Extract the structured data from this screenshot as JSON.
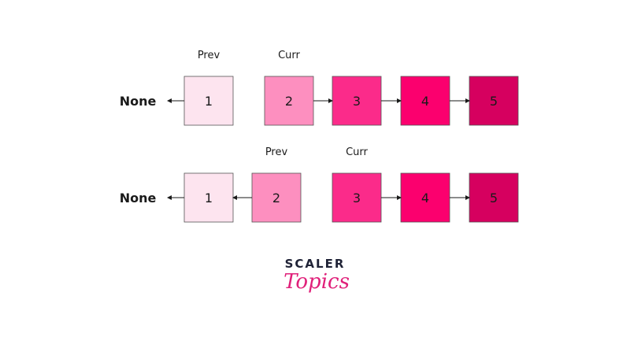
{
  "rows": [
    {
      "none_label": "None",
      "nodes": [
        {
          "label": "1",
          "color": "#fde4ef"
        },
        {
          "label": "2",
          "color": "#fd8fbf"
        },
        {
          "label": "3",
          "color": "#fb2b8a"
        },
        {
          "label": "4",
          "color": "#fb006e"
        },
        {
          "label": "5",
          "color": "#d6005f"
        }
      ],
      "links": [
        {
          "from": 1,
          "to": "none",
          "direction": "left"
        },
        {
          "from": 2,
          "to": 3,
          "direction": "right"
        },
        {
          "from": 3,
          "to": 4,
          "direction": "right"
        },
        {
          "from": 4,
          "to": 5,
          "direction": "right"
        }
      ],
      "pointers": [
        {
          "text": "Prev",
          "node": 1
        },
        {
          "text": "Curr",
          "node": 2
        }
      ]
    },
    {
      "none_label": "None",
      "nodes": [
        {
          "label": "1",
          "color": "#fde4ef"
        },
        {
          "label": "2",
          "color": "#fd8fbf"
        },
        {
          "label": "3",
          "color": "#fb2b8a"
        },
        {
          "label": "4",
          "color": "#fb006e"
        },
        {
          "label": "5",
          "color": "#d6005f"
        }
      ],
      "links": [
        {
          "from": 1,
          "to": "none",
          "direction": "left"
        },
        {
          "from": 2,
          "to": 1,
          "direction": "left"
        },
        {
          "from": 3,
          "to": 4,
          "direction": "right"
        },
        {
          "from": 4,
          "to": 5,
          "direction": "right"
        }
      ],
      "pointers": [
        {
          "text": "Prev",
          "node": 2
        },
        {
          "text": "Curr",
          "node": 3
        }
      ]
    }
  ],
  "logo": {
    "top": "SCALER",
    "bottom": "Topics",
    "top_color": "#1f2236",
    "bottom_color": "#e0207a"
  }
}
